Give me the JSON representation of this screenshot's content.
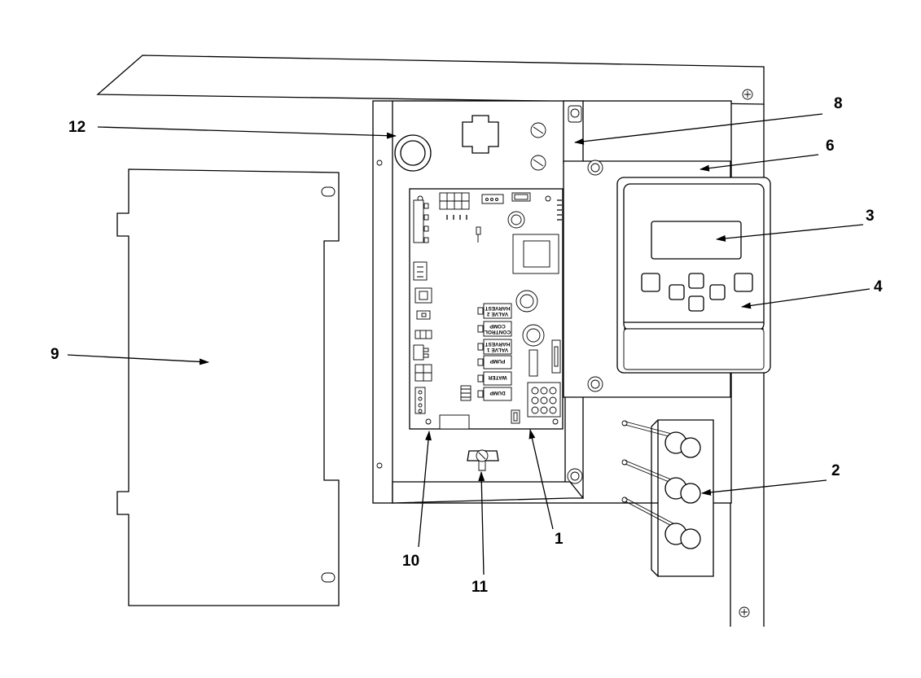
{
  "callouts": {
    "c1": "1",
    "c2": "2",
    "c3": "3",
    "c4": "4",
    "c6": "6",
    "c8": "8",
    "c9": "9",
    "c10": "10",
    "c11": "11",
    "c12": "12"
  },
  "board_labels": {
    "harvest_valve_2_a": "HARVEST",
    "harvest_valve_2_b": "VALVE 2",
    "comp_control_a": "COMP",
    "comp_control_b": "CONTROL",
    "harvest_valve_1_a": "HARVEST",
    "harvest_valve_1_b": "VALVE 1",
    "pump": "PUMP",
    "water": "WATER",
    "dump": "DUMP"
  },
  "colors": {
    "line": "#000000",
    "background": "#ffffff"
  }
}
